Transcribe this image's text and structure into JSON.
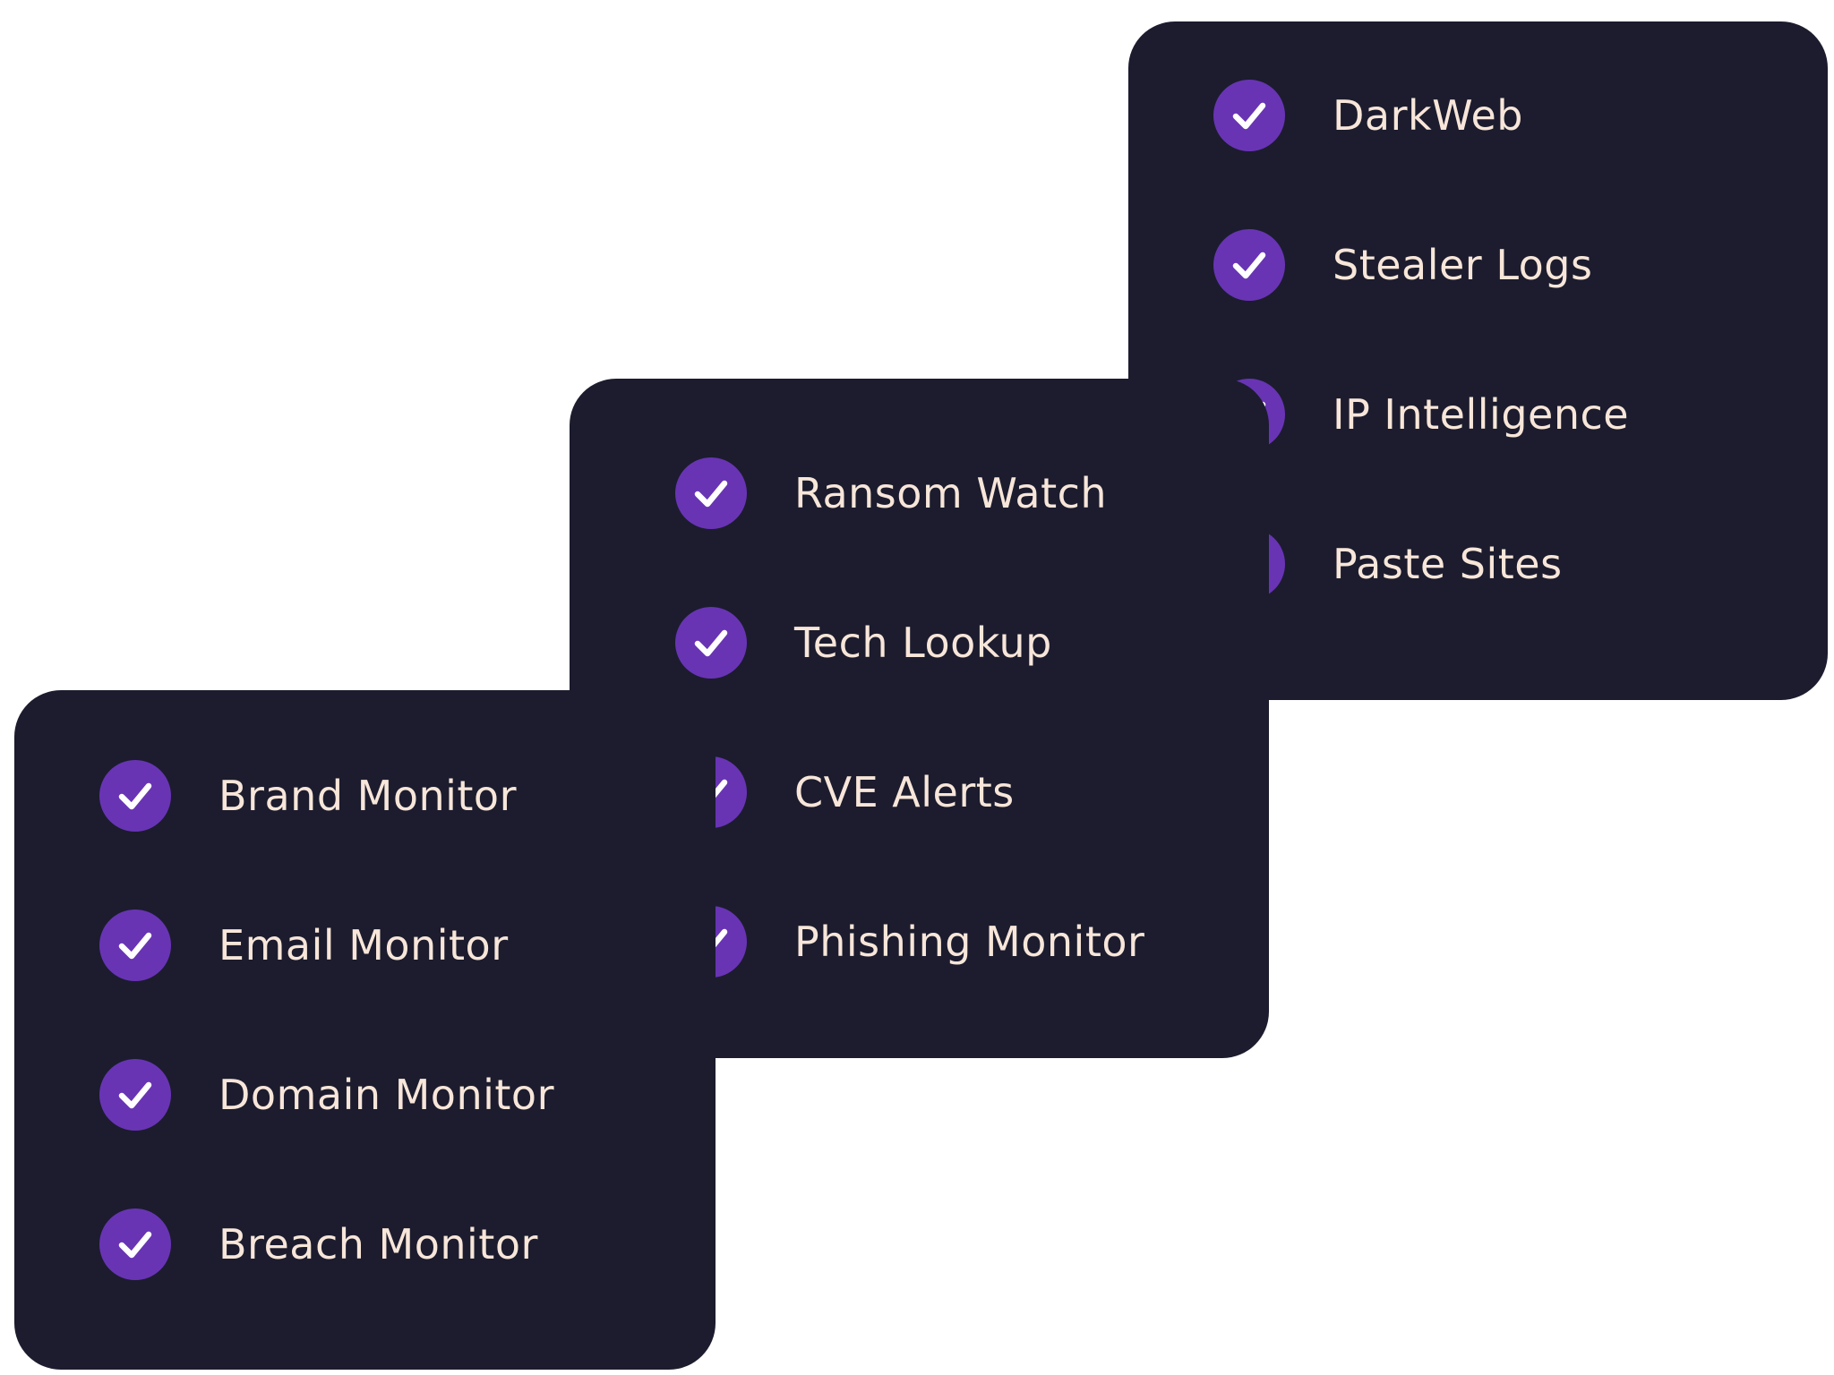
{
  "colors": {
    "card_background": "#1c1c2e",
    "check_background": "#6834b4",
    "check_mark": "#ffffff",
    "label_text": "#f7e6d9"
  },
  "icons": {
    "item_icon": "check-circle-icon"
  },
  "cards": {
    "top": {
      "items": [
        {
          "label": "DarkWeb"
        },
        {
          "label": "Stealer Logs"
        },
        {
          "label": "IP Intelligence"
        },
        {
          "label": "Paste Sites"
        }
      ]
    },
    "middle": {
      "items": [
        {
          "label": "Ransom Watch"
        },
        {
          "label": "Tech Lookup"
        },
        {
          "label": "CVE Alerts"
        },
        {
          "label": "Phishing Monitor"
        }
      ]
    },
    "bottom": {
      "items": [
        {
          "label": "Brand Monitor"
        },
        {
          "label": "Email Monitor"
        },
        {
          "label": "Domain Monitor"
        },
        {
          "label": "Breach Monitor"
        }
      ]
    }
  }
}
